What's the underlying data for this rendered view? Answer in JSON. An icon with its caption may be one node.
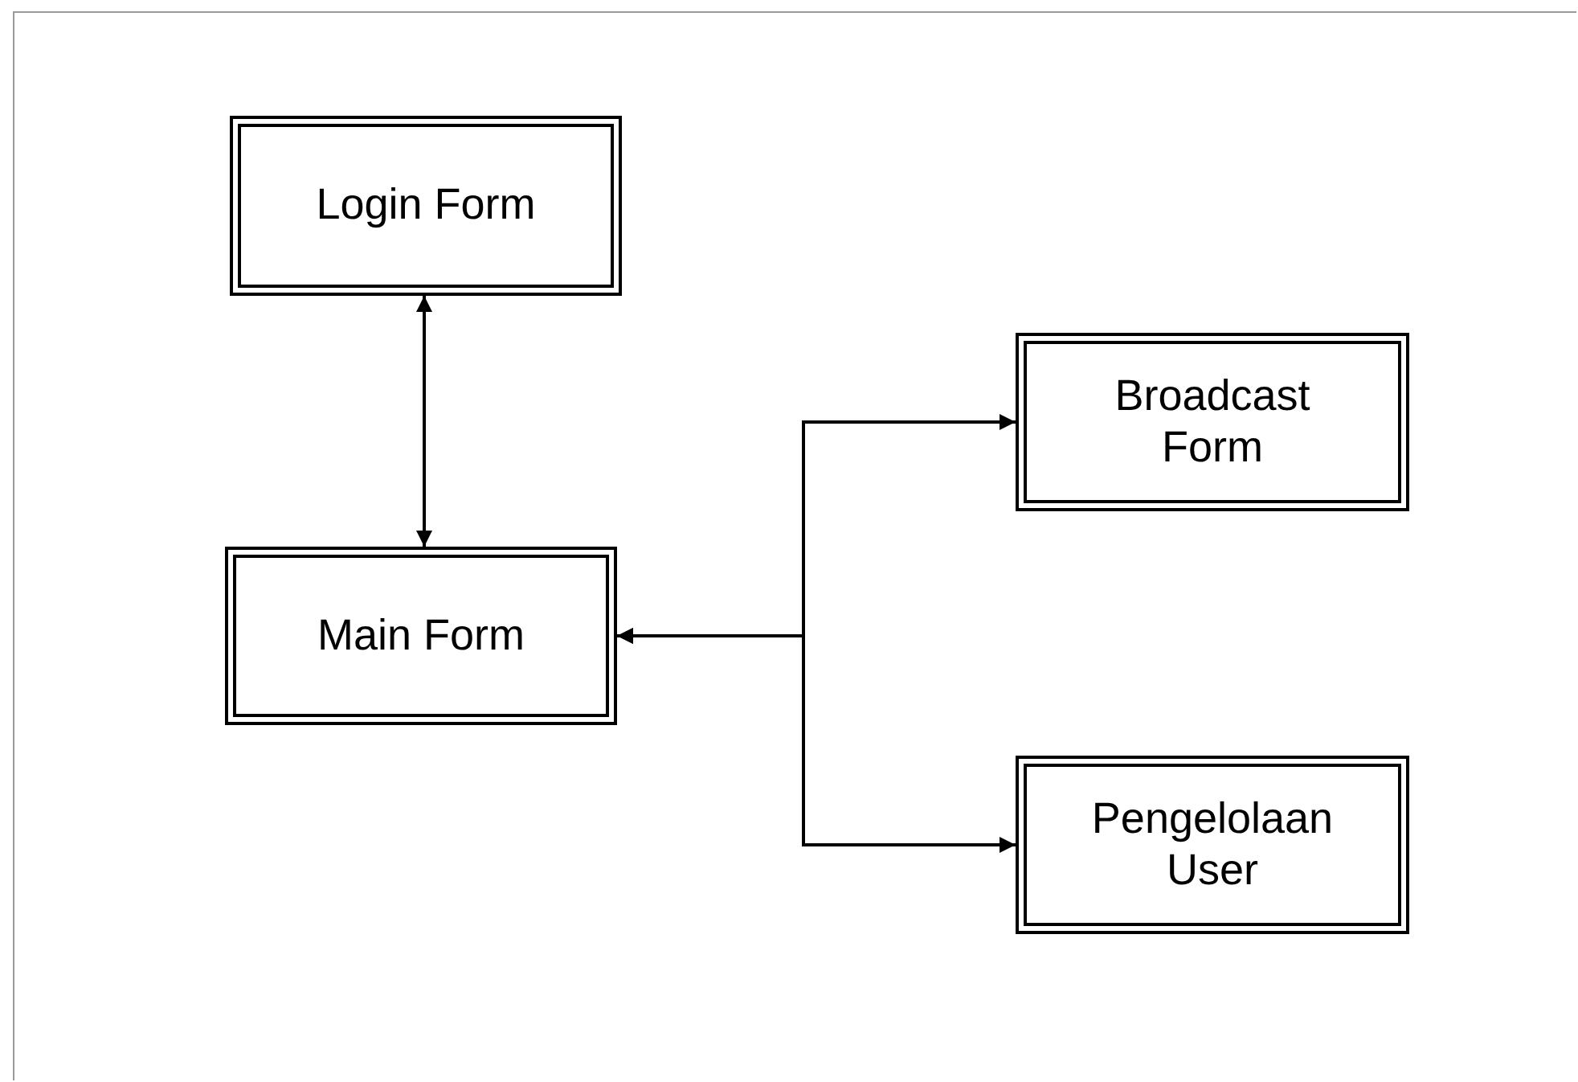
{
  "diagram": {
    "nodes": [
      {
        "text": [
          "Login Form"
        ]
      },
      {
        "text": [
          "Main Form"
        ]
      },
      {
        "text": [
          "Broadcast Form"
        ]
      },
      {
        "text": [
          "Pengelolaan User"
        ]
      }
    ],
    "edges": [
      {
        "from": 0,
        "to": 1,
        "arrow": "both"
      },
      {
        "from": 1,
        "to": 2,
        "arrow": "both"
      },
      {
        "from": 1,
        "to": 3,
        "arrow": "both"
      }
    ]
  }
}
